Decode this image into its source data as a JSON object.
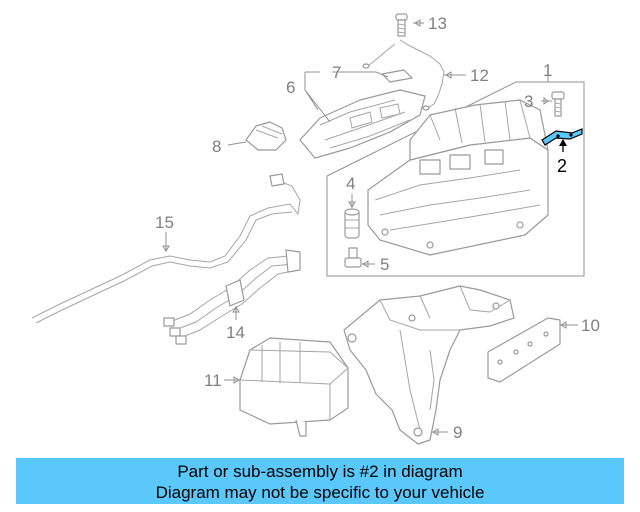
{
  "callouts": {
    "c1": "1",
    "c2": "2",
    "c3": "3",
    "c4": "4",
    "c5": "5",
    "c6": "6",
    "c7": "7",
    "c8": "8",
    "c9": "9",
    "c10": "10",
    "c11": "11",
    "c12": "12",
    "c13": "13",
    "c14": "14",
    "c15": "15"
  },
  "highlight_part": "2",
  "colors": {
    "highlight": "#5ac8fa",
    "line": "#9a9a9a",
    "banner_bg": "#5ac8fa"
  },
  "banner": {
    "line1": "Part or sub-assembly is #2 in diagram",
    "line2": "Diagram may not be specific to your vehicle"
  }
}
